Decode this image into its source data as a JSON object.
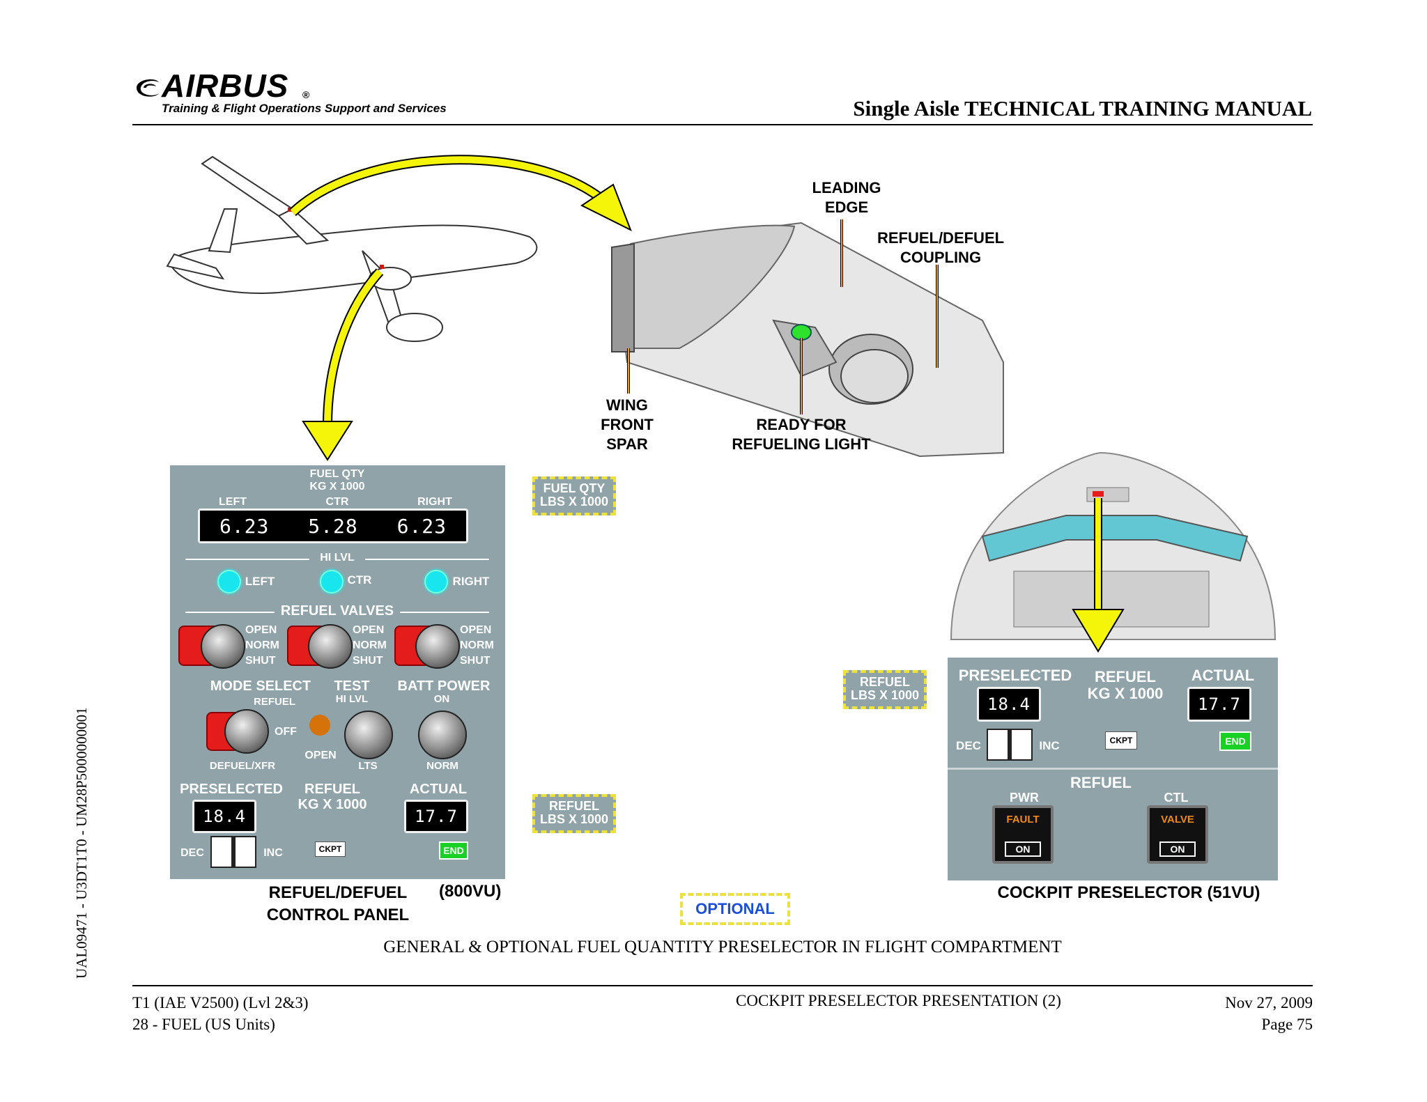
{
  "header": {
    "logo_name": "AIRBUS",
    "logo_sub": "Training & Flight Operations Support and Services",
    "manual_title": "Single Aisle TECHNICAL TRAINING MANUAL"
  },
  "side_code": "UAL09471 - U3DT1T0 - UM28P5000000001",
  "wing_labels": {
    "leading_edge": "LEADING\nEDGE",
    "coupling": "REFUEL/DEFUEL\nCOUPLING",
    "wing_spar": "WING\nFRONT\nSPAR",
    "ready_light": "READY FOR\nREFUELING LIGHT"
  },
  "control_panel": {
    "fuel_qty": "FUEL QTY\nKG X 1000",
    "left": "LEFT",
    "ctr": "CTR",
    "right": "RIGHT",
    "qty_left": "6.23",
    "qty_ctr": "5.28",
    "qty_right": "6.23",
    "hi_lvl": "HI LVL",
    "light_left": "LEFT",
    "light_ctr": "CTR",
    "light_right": "RIGHT",
    "refuel_valves": "REFUEL VALVES",
    "open": "OPEN",
    "norm": "NORM",
    "shut": "SHUT",
    "mode_select": "MODE  SELECT",
    "refuel": "REFUEL",
    "off": "OFF",
    "defuel_xfr": "DEFUEL/XFR",
    "test": "TEST",
    "hi_lvl_test": "HI LVL",
    "open_lbl": "OPEN",
    "lts": "LTS",
    "batt_power": "BATT POWER",
    "on": "ON",
    "norm_batt": "NORM",
    "preselected": "PRESELECTED",
    "refuel_kg": "REFUEL\nKG X 1000",
    "actual": "ACTUAL",
    "presel_val": "18.4",
    "actual_val": "17.7",
    "dec": "DEC",
    "inc": "INC",
    "ckpt": "CKPT",
    "end": "END",
    "caption": "REFUEL/DEFUEL\nCONTROL PANEL",
    "caption_vu": "(800VU)"
  },
  "optional_tags": {
    "fuel_qty_lbs": "FUEL QTY\nLBS X 1000",
    "refuel_lbs_1": "REFUEL\nLBS X 1000",
    "refuel_lbs_2": "REFUEL\nLBS X 1000",
    "optional": "OPTIONAL"
  },
  "cockpit_panel": {
    "preselected": "PRESELECTED",
    "refuel_kg": "REFUEL\nKG X 1000",
    "actual": "ACTUAL",
    "presel_val": "18.4",
    "actual_val": "17.7",
    "dec": "DEC",
    "inc": "INC",
    "ckpt": "CKPT",
    "end": "END",
    "refuel": "REFUEL",
    "pwr": "PWR",
    "ctl": "CTL",
    "fault": "FAULT",
    "valve": "VALVE",
    "on_1": "ON",
    "on_2": "ON",
    "caption": "COCKPIT PRESELECTOR  (51VU)"
  },
  "figure_caption": "GENERAL & OPTIONAL FUEL QUANTITY PRESELECTOR IN FLIGHT COMPARTMENT",
  "footer": {
    "left_1": "T1 (IAE V2500) (Lvl 2&3)",
    "left_2": "28 - FUEL (US Units)",
    "center": "COCKPIT PRESELECTOR PRESENTATION (2)",
    "date": "Nov 27, 2009",
    "page": "Page 75"
  },
  "colors": {
    "panel": "#8fa3a9",
    "arrow": "#f5f50a",
    "guard": "#e41c1c",
    "light": "#19e5ee",
    "end": "#19d125",
    "optional_border": "#1a4fd6"
  }
}
